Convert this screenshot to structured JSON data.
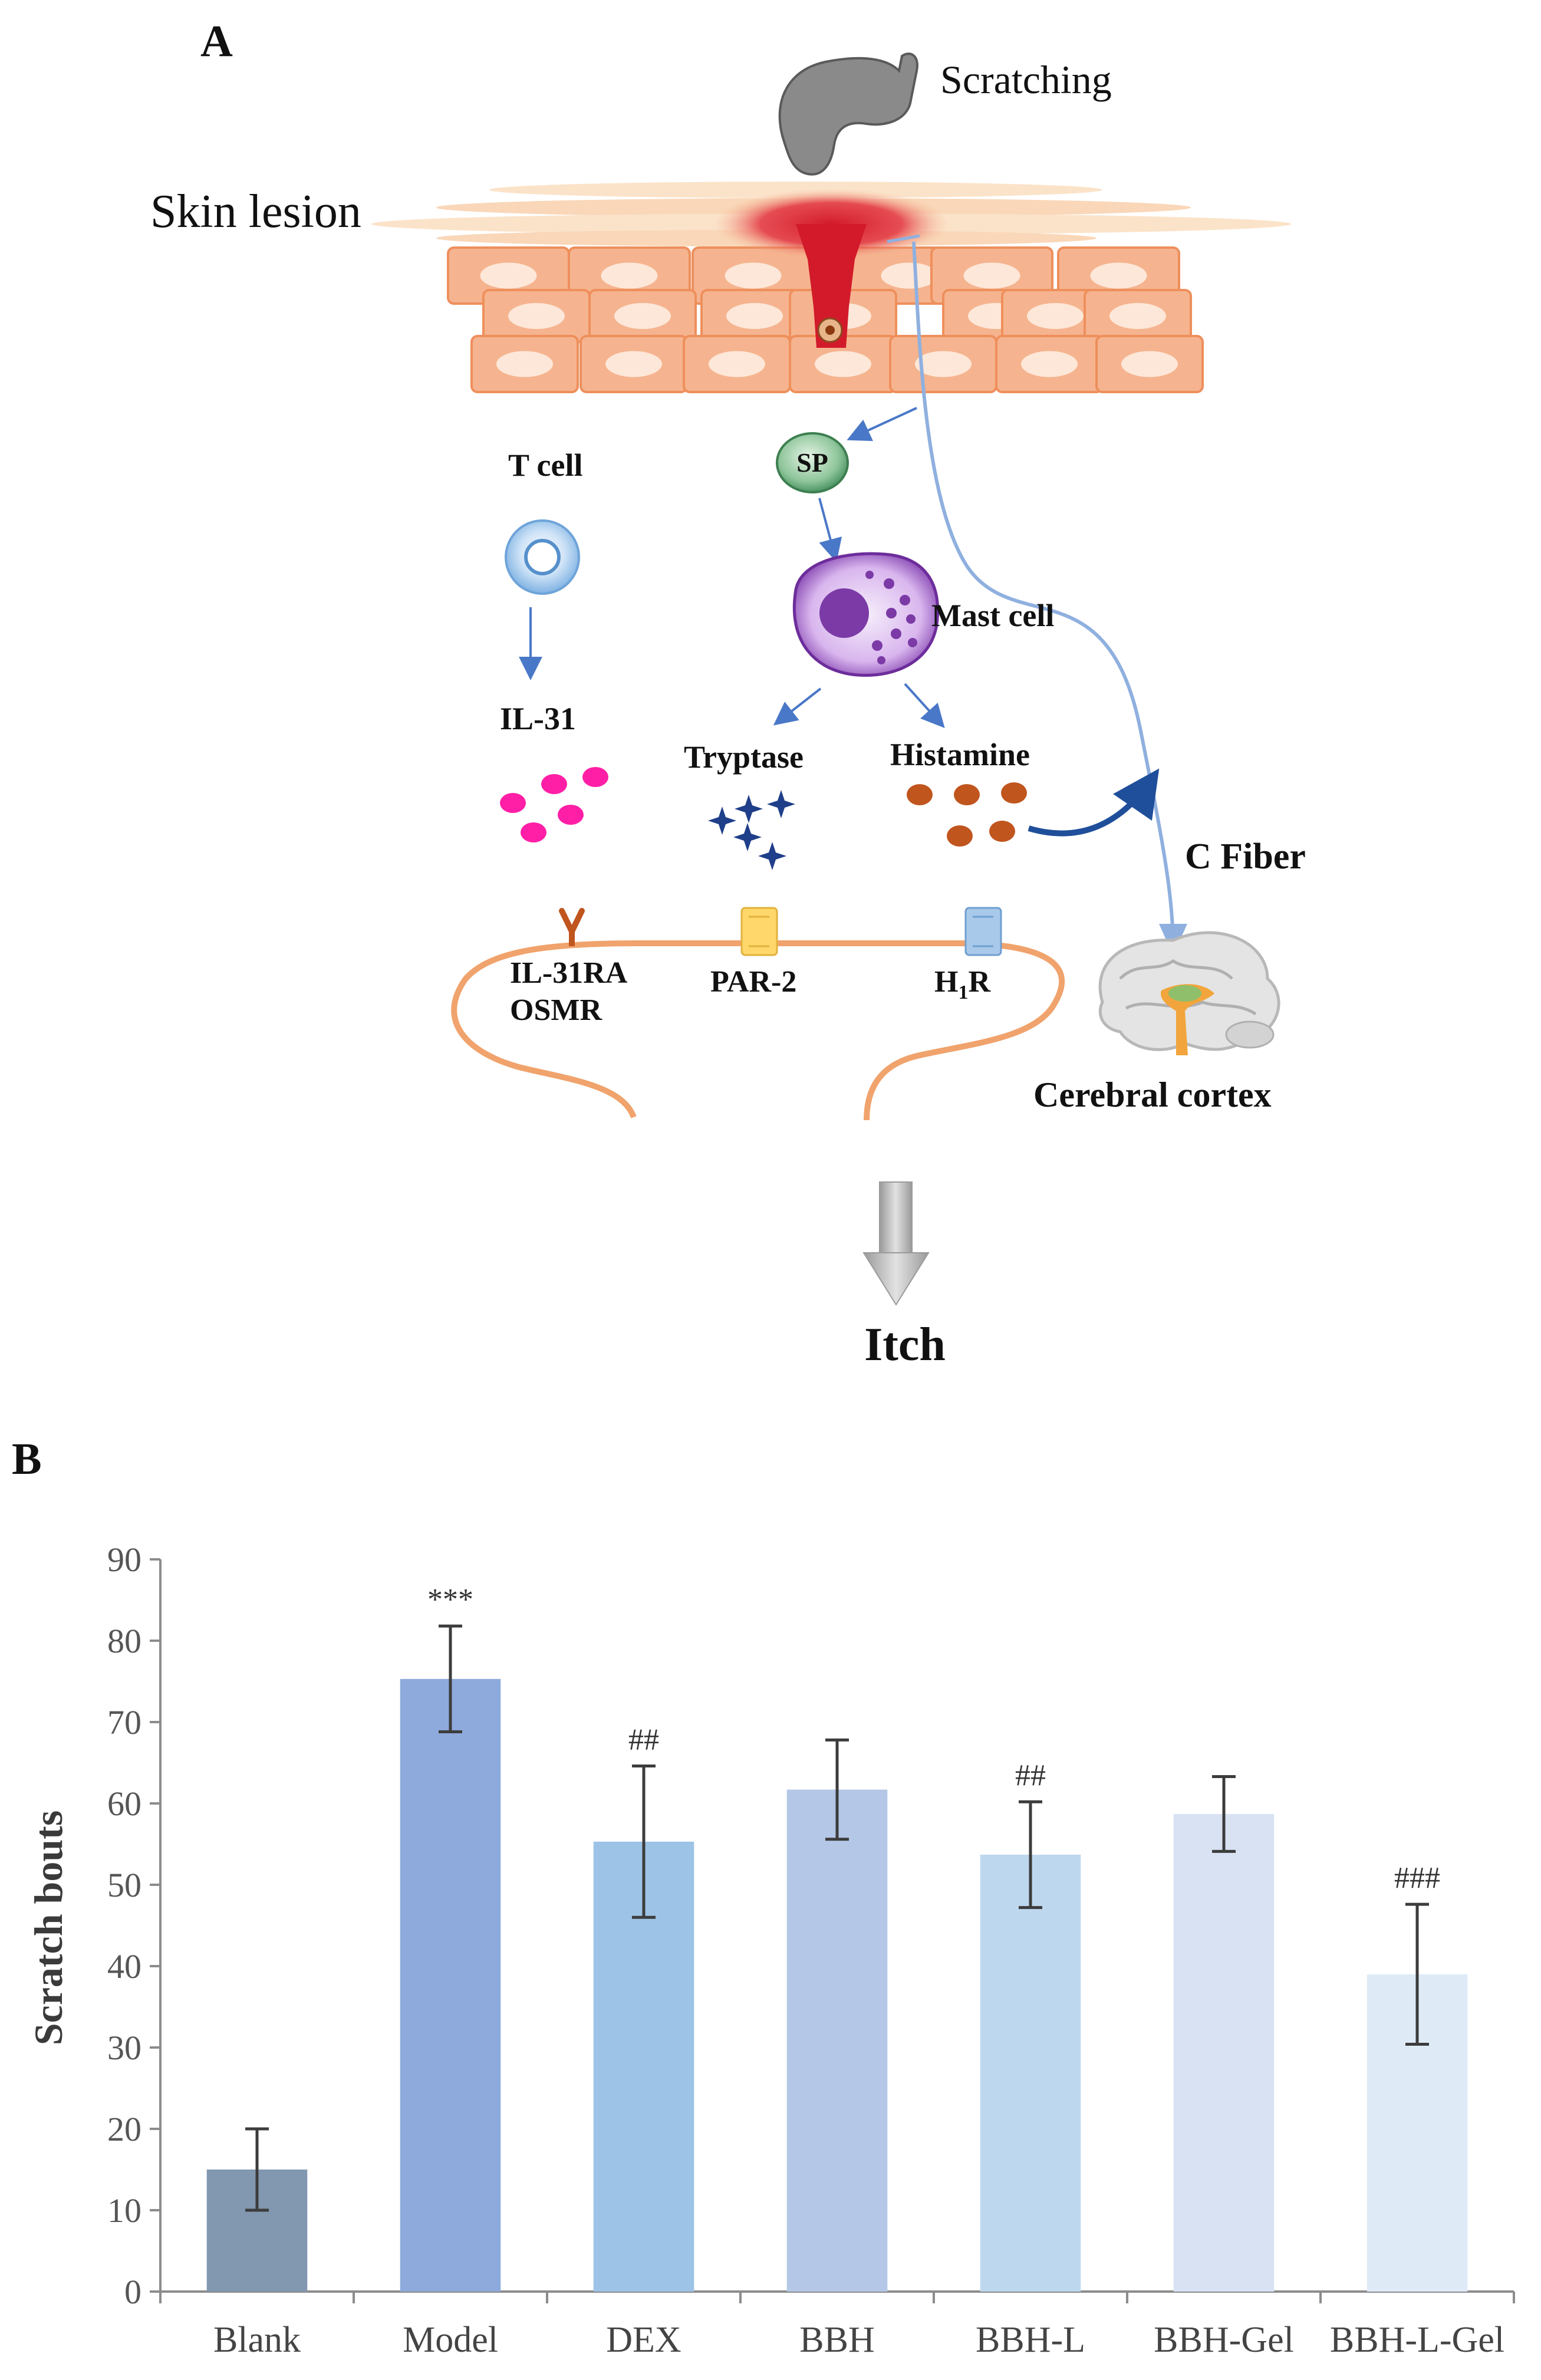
{
  "panel_a": {
    "label": "A",
    "scratching": "Scratching",
    "skin_lesion": "Skin lesion",
    "t_cell": "T cell",
    "sp": "SP",
    "mast_cell": "Mast cell",
    "il31": "IL-31",
    "tryptase": "Tryptase",
    "histamine": "Histamine",
    "c_fiber": "C Fiber",
    "receptor_il31ra": "IL-31RA",
    "receptor_osmr": "OSMR",
    "receptor_par2": "PAR-2",
    "receptor_h1r_main": "H",
    "receptor_h1r_sub": "1",
    "receptor_h1r_tail": "R",
    "cerebral_cortex": "Cerebral cortex",
    "itch": "Itch",
    "colors": {
      "skin": "#f5b48f",
      "cell_nucleus": "#fde7d8",
      "lesion": "#d21a2a",
      "arrow_blue": "#4a78c8",
      "fiber_blue": "#8fb0df",
      "il31_dots": "#ff1fa6",
      "tryptase": "#1f3f8a",
      "histamine": "#c0551e",
      "mast_cell": "#7b3aa6",
      "membrane": "#f0a36c"
    }
  },
  "panel_b": {
    "label": "B"
  },
  "chart_data": {
    "type": "bar",
    "title": "",
    "xlabel": "",
    "ylabel": "Scratch bouts",
    "ylim": [
      0,
      90
    ],
    "yticks": [
      0,
      10,
      20,
      30,
      40,
      50,
      60,
      70,
      80,
      90
    ],
    "grid": false,
    "legend": "none",
    "categories": [
      "Blank",
      "Model",
      "DEX",
      "BBH",
      "BBH-L",
      "BBH-Gel",
      "BBH-L-Gel"
    ],
    "values": [
      15,
      75.3,
      55.3,
      61.7,
      53.7,
      58.7,
      39
    ],
    "errors": [
      5,
      6.5,
      9.3,
      6.1,
      6.5,
      4.6,
      8.6
    ],
    "annotations": [
      "",
      "***",
      "##",
      "",
      "##",
      "",
      "###"
    ],
    "colors": [
      "#8297b0",
      "#8eaadc",
      "#9dc3e6",
      "#b4c7e7",
      "#bdd7ee",
      "#d9e2f3",
      "#deebf7"
    ]
  }
}
